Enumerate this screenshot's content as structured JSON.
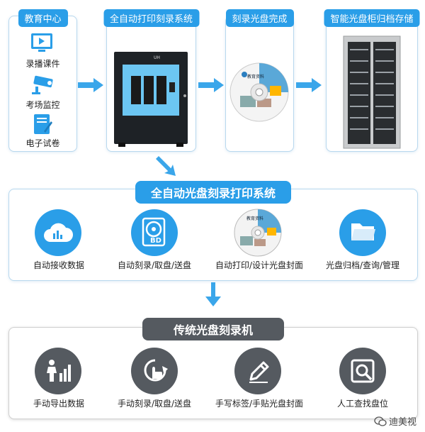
{
  "flow": {
    "step1_title": "教育中心",
    "step1_items": [
      "录播课件",
      "考场监控",
      "电子试卷"
    ],
    "step2_title": "全自动打印刻录系统",
    "step2_printer_mark": "UH",
    "step3_title": "刻录光盘完成",
    "step3_disc_label": "教育资料",
    "step4_title": "智能光盘柜归档存储"
  },
  "auto_system": {
    "title": "全自动光盘刻录打印系统",
    "bd_label": "BD",
    "disc_label": "教育资料",
    "items": [
      "自动接收数据",
      "自动刻录/取盘/送盘",
      "自动打印/设计光盘封面",
      "光盘归档/查询/管理"
    ]
  },
  "traditional": {
    "title": "传统光盘刻录机",
    "items": [
      "手动导出数据",
      "手动刻录/取盘/送盘",
      "手写标签/手贴光盘封面",
      "人工查找盘位"
    ]
  },
  "watermark": "迪美视",
  "colors": {
    "accent": "#2a9ee8",
    "arrow": "#3aa6ea",
    "dark": "#555a60"
  }
}
